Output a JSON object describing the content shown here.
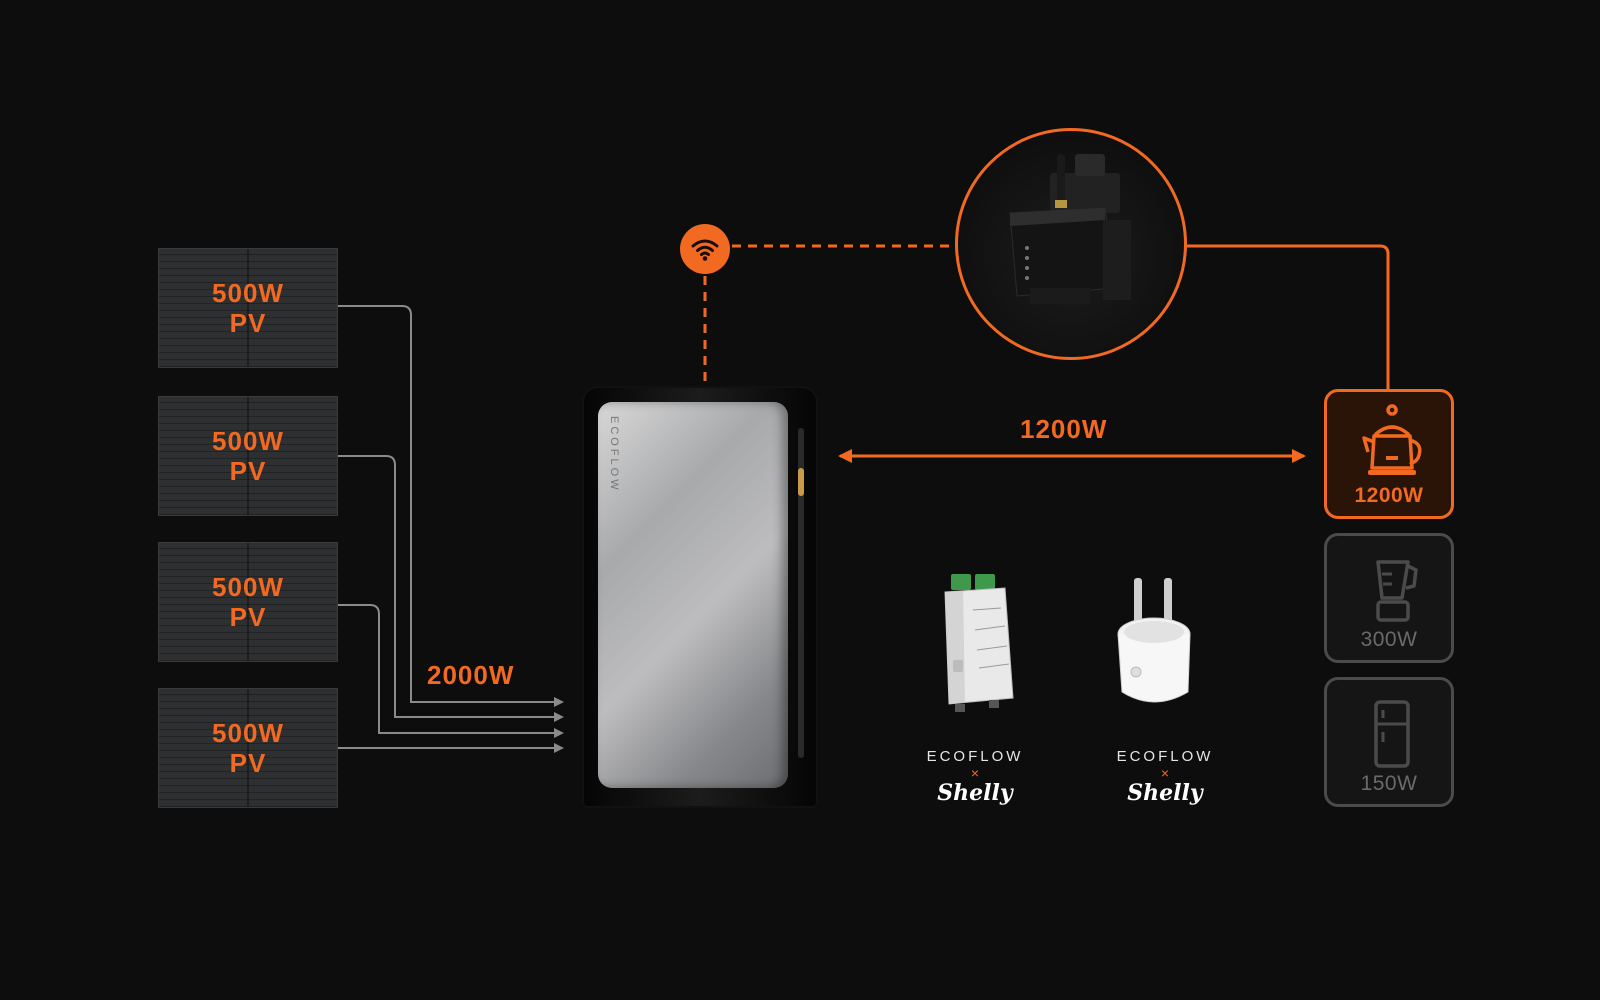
{
  "panels": [
    {
      "watt": "500W",
      "label": "PV"
    },
    {
      "watt": "500W",
      "label": "PV"
    },
    {
      "watt": "500W",
      "label": "PV"
    },
    {
      "watt": "500W",
      "label": "PV"
    }
  ],
  "pv_total": "2000W",
  "battery": {
    "brand": "ECOFLOW"
  },
  "output_flow": "1200W",
  "appliances": [
    {
      "icon": "kettle-icon",
      "watt": "1200W",
      "active": true
    },
    {
      "icon": "blender-icon",
      "watt": "300W",
      "active": false
    },
    {
      "icon": "fridge-icon",
      "watt": "150W",
      "active": false
    }
  ],
  "devices": [
    {
      "icon": "smart-meter-icon",
      "brand": "ECOFLOW",
      "x": "×",
      "partner": "Shelly"
    },
    {
      "icon": "smart-plug-icon",
      "brand": "ECOFLOW",
      "x": "×",
      "partner": "Shelly"
    }
  ],
  "colors": {
    "accent": "#f26a21",
    "line": "#8a8a8a",
    "inactive": "#4b4b4b",
    "background": "#0d0d0d"
  }
}
